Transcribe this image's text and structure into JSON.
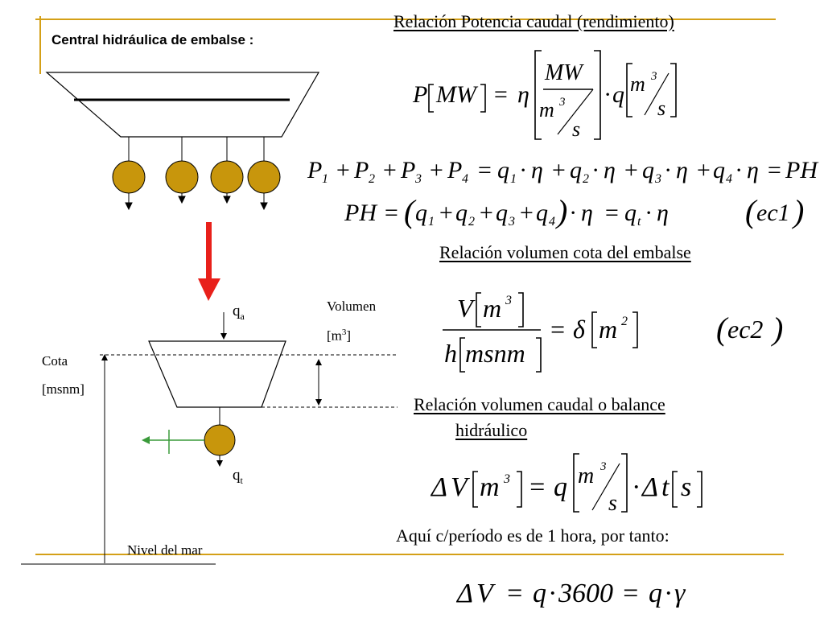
{
  "slide": {
    "title": "Central hidráulica de embalse :",
    "accent_color": "#D4A017",
    "node_color": "#C8960C",
    "arrow_color": "#E8201A",
    "outflow_color": "#3A9A3A"
  },
  "sections": {
    "power_flow": "Relación Potencia caudal (rendimiento)",
    "volume_height": "Relación volumen cota del embalse",
    "volume_flow_line1": "Relación volumen caudal o balance",
    "volume_flow_line2": "hidráulico",
    "note": "Aquí c/período es de 1 hora, por tanto:"
  },
  "diagram": {
    "qa": "q",
    "qa_sub": "a",
    "qt": "q",
    "qt_sub": "t",
    "volumen": "Volumen",
    "volumen_unit": "[m3]",
    "cota": "Cota",
    "cota_unit": "[msnm]",
    "nivel": "Nivel del mar"
  },
  "equations": {
    "eq1_label": "ec1",
    "eq2_label": "ec2"
  }
}
